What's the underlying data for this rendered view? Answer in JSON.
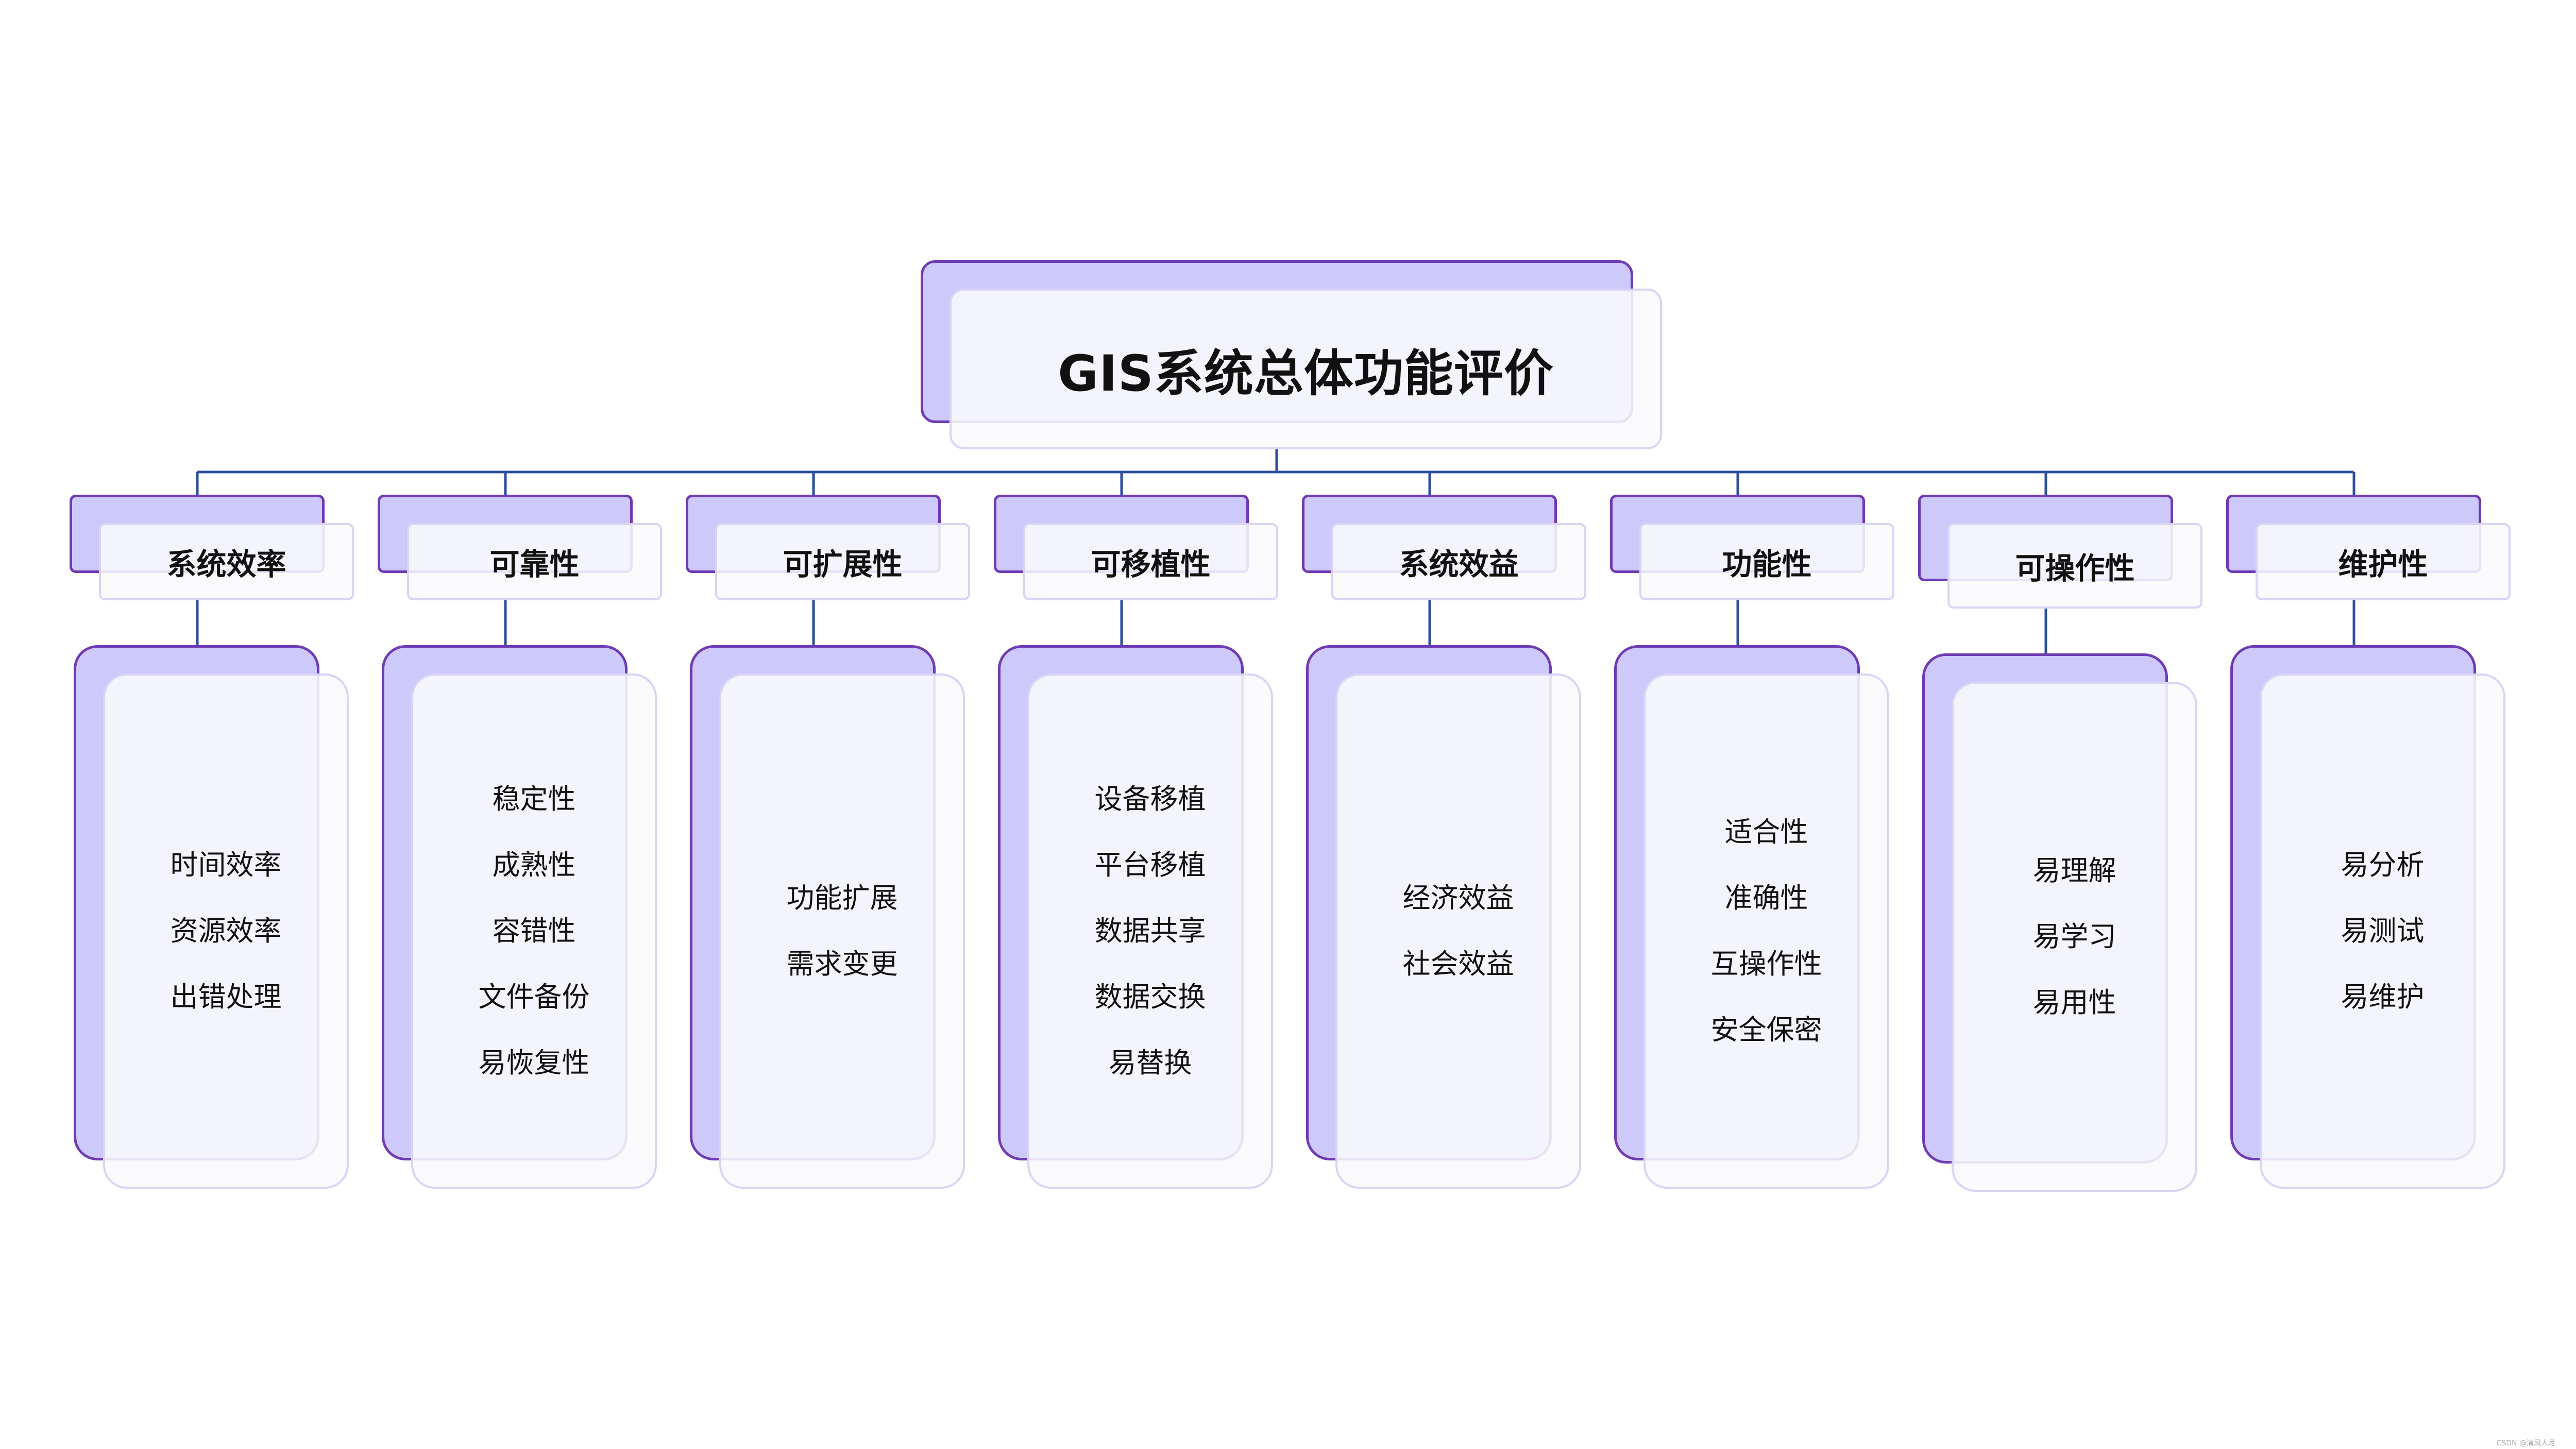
{
  "root": {
    "title": "GIS系统总体功能评价"
  },
  "categories": [
    {
      "label": "系统效率",
      "items": [
        "时间效率",
        "资源效率",
        "出错处理"
      ]
    },
    {
      "label": "可靠性",
      "items": [
        "稳定性",
        "成熟性",
        "容错性",
        "文件备份",
        "易恢复性"
      ]
    },
    {
      "label": "可扩展性",
      "items": [
        "功能扩展",
        "需求变更"
      ]
    },
    {
      "label": "可移植性",
      "items": [
        "设备移植",
        "平台移植",
        "数据共享",
        "数据交换",
        "易替换"
      ]
    },
    {
      "label": "系统效益",
      "items": [
        "经济效益",
        "社会效益"
      ]
    },
    {
      "label": "功能性",
      "items": [
        "适合性",
        "准确性",
        "互操作性",
        "安全保密"
      ]
    },
    {
      "label": "可操作性",
      "items": [
        "易理解",
        "易学习",
        "易用性"
      ]
    },
    {
      "label": "维护性",
      "items": [
        "易分析",
        "易测试",
        "易维护"
      ]
    }
  ],
  "colors": {
    "accent_fill": "#cdc9fb",
    "accent_border": "#6f3bb4",
    "connector": "#2d4f9a"
  },
  "watermark": "CSDN @清风人月"
}
